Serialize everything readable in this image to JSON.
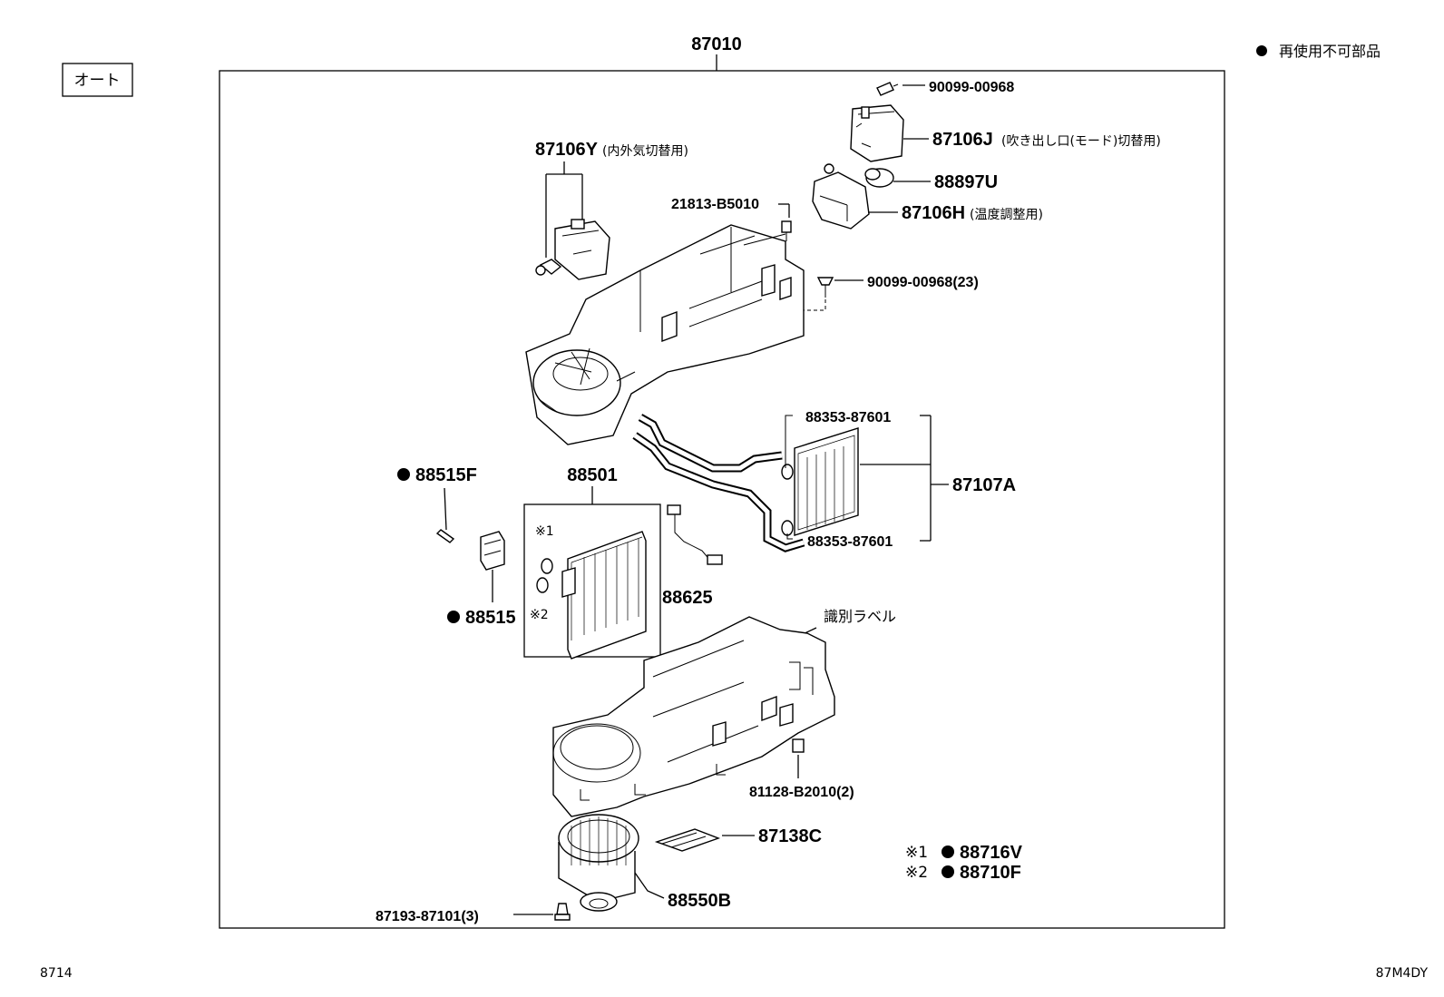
{
  "header": {
    "mode_label": "オート",
    "legend_text": "再使用不可部品"
  },
  "assembly": {
    "number": "87010"
  },
  "parts": {
    "screw_top": "90099-00968",
    "actuator_mode": {
      "number": "87106J",
      "note": "(吹き出し口(モード)切替用)"
    },
    "sensor_88897u": "88897U",
    "actuator_temp": {
      "number": "87106H",
      "note": "(温度調整用)"
    },
    "actuator_inout": {
      "number": "87106Y",
      "note": "(内外気切替用)"
    },
    "clip_21813": "21813-B5010",
    "screw_23": "90099-00968(23)",
    "oring_upper": "88353-87601",
    "oring_lower": "88353-87601",
    "heater_core": "87107A",
    "bolt_88515f": "88515F",
    "expansion_valve": "88515",
    "evaporator": "88501",
    "mark1": "※1",
    "mark2": "※2",
    "thermistor": "88625",
    "id_label": "識別ラベル",
    "clip_81128": "81128-B2010(2)",
    "resistor": "87138C",
    "blower_motor": "88550B",
    "screw_87193": "87193-87101(3)",
    "kit1": {
      "mark": "※1",
      "number": "88716V"
    },
    "kit2": {
      "mark": "※2",
      "number": "88710F"
    }
  },
  "footer": {
    "left_code": "8714",
    "right_code": "87M4DY"
  }
}
